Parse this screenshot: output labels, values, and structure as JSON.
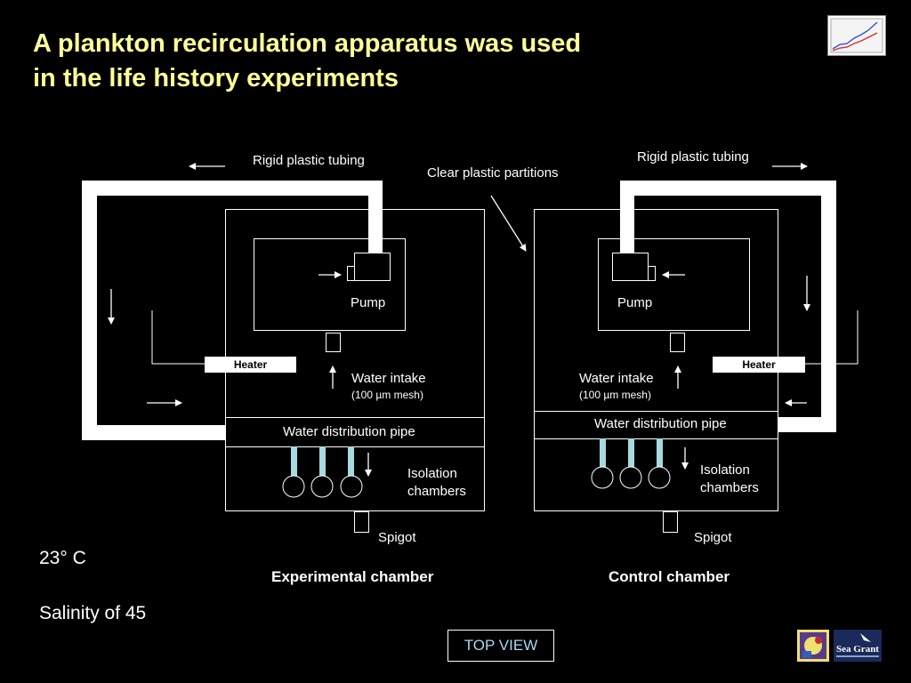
{
  "title": {
    "line1": "A plankton recirculation apparatus was used",
    "line2": "in the life history experiments"
  },
  "labels": {
    "rigid_tubing_left": "Rigid plastic tubing",
    "rigid_tubing_right": "Rigid plastic tubing",
    "partitions": "Clear plastic partitions",
    "pump_left": "Pump",
    "pump_right": "Pump",
    "heater_left": "Heater",
    "heater_right": "Heater",
    "intake_left": "Water intake",
    "intake_left_sub": "(100 µm mesh)",
    "intake_right": "Water intake",
    "intake_right_sub": "(100 µm mesh)",
    "pipe_left": "Water distribution pipe",
    "pipe_right": "Water distribution pipe",
    "iso_left_1": "Isolation",
    "iso_left_2": "chambers",
    "iso_right_1": "Isolation",
    "iso_right_2": "chambers",
    "spigot_left": "Spigot",
    "spigot_right": "Spigot",
    "exp_chamber": "Experimental chamber",
    "ctrl_chamber": "Control chamber"
  },
  "conditions": {
    "temperature": "23° C",
    "salinity": "Salinity of 45"
  },
  "view_button": "TOP VIEW",
  "logos": {
    "chart_icon": "chart-thumbnail-icon",
    "institution_logo": "institution-logo",
    "sea_grant_logo": "Sea Grant"
  },
  "colors": {
    "title": "#ffff99",
    "tube": "#ffffff",
    "pipe_stub": "#a8d8e0",
    "view_text": "#a8d8f0"
  }
}
